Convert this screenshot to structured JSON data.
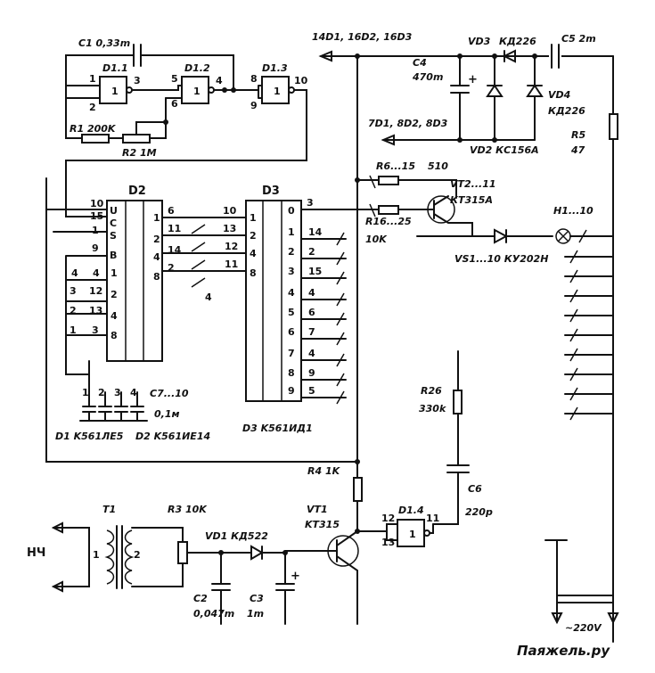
{
  "labels": {
    "c1": "C1 0,33m",
    "d1_1": "D1.1",
    "d1_2": "D1.2",
    "d1_3": "D1.3",
    "r1": "R1 200K",
    "r2": "R2  1M",
    "bus_top": "14D1, 16D2, 16D3",
    "bus_mid": "7D1, 8D2, 8D3",
    "vd3": "VD3",
    "vd3_type": "КД226",
    "c5": "C5   2m",
    "c4": "C4",
    "c4_val": "470m",
    "vd2": "VD2 КС156А",
    "vd4": "VD4",
    "vd4_type": "КД226",
    "r5": "R5",
    "r5_val": "47",
    "r6_15": "R6...15",
    "r6_val": "510",
    "vt2_11": "VT2...11",
    "vt_type": "КТ315А",
    "r16_25": "R16...25",
    "r16_val": "10K",
    "h1_10": "H1...10",
    "vs1_10": "VS1...10  КУ202Н",
    "d2": "D2",
    "d3": "D3",
    "c7_10": "C7...10",
    "c7_val": "0,1м",
    "d1_name": "D1 K561ЛЕ5",
    "d2_name": "D2  K561ИЕ14",
    "d3_name": "D3 K561ИД1",
    "r26": "R26",
    "r26_val": "330k",
    "r4": "R4 1K",
    "c6": "C6",
    "c6_val": "220p",
    "d1_4": "D1.4",
    "t1": "T1",
    "r3": "R3 10K",
    "vt1": "VT1",
    "vt1_type": "KT315",
    "vd1": "VD1  КД522",
    "c2": "C2",
    "c2_val": "0,047m",
    "c3": "C3",
    "c3_val": "1m",
    "nch": "НЧ",
    "mains": "~220V",
    "watermark": "Паяжель.ру"
  },
  "pins": {
    "p1": "1",
    "p2": "2",
    "p3": "3",
    "p4": "4",
    "p5": "5",
    "p6": "6",
    "p8": "8",
    "p9": "9",
    "p10": "10",
    "p11": "11",
    "p12": "12",
    "p13": "13",
    "p14": "14",
    "p15": "15",
    "U": "U",
    "C": "C",
    "S": "S",
    "B": "B"
  },
  "d3_outputs": [
    "14",
    "2",
    "15",
    "4",
    "6",
    "7",
    "4",
    "9",
    "5"
  ],
  "d3_output_idx": [
    "1",
    "2",
    "3",
    "4",
    "5",
    "6",
    "7",
    "8",
    "9"
  ],
  "c_nums": [
    "1",
    "2",
    "3",
    "4"
  ]
}
